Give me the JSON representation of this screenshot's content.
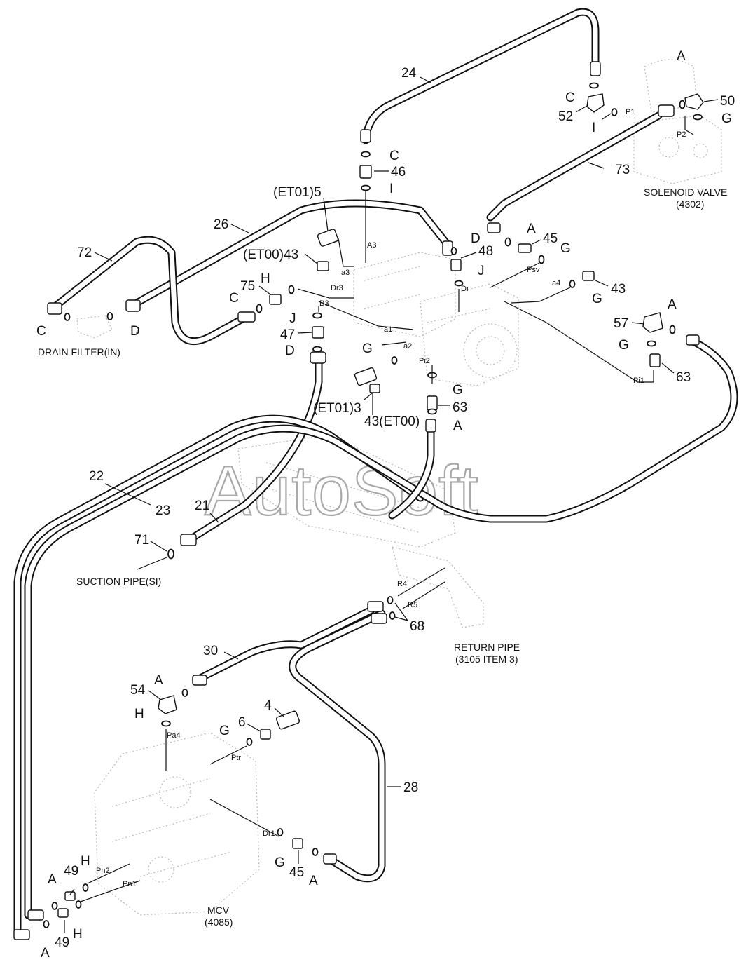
{
  "watermark": "AutoSoft",
  "callouts": {
    "c24": "24",
    "c50": "50",
    "c52": "52",
    "c73": "73",
    "c46": "46",
    "c5": "(ET01)5",
    "c26": "26",
    "c72": "72",
    "c43a": "(ET00)43",
    "c48": "48",
    "c45a": "45",
    "c75": "75",
    "c43b": "43",
    "c57": "57",
    "c47": "47",
    "c63a": "63",
    "c3": "(ET01)3",
    "c43c": "43(ET00)",
    "c63b": "63",
    "c22": "22",
    "c23": "23",
    "c21": "21",
    "c71": "71",
    "c68": "68",
    "c30": "30",
    "c54": "54",
    "c4": "4",
    "c6": "6",
    "c28": "28",
    "c49a": "49",
    "c49b": "49",
    "c45b": "45"
  },
  "seals": {
    "s_c1": "C",
    "s_c2": "C",
    "s_c3": "C",
    "s_c4": "C",
    "s_i1": "I",
    "s_i2": "I",
    "s_a1": "A",
    "s_a2": "A",
    "s_a3": "A",
    "s_a4": "A",
    "s_a5": "A",
    "s_a6": "A",
    "s_a7": "A",
    "s_g1": "G",
    "s_g2": "G",
    "s_g3": "G",
    "s_g4": "G",
    "s_g5": "G",
    "s_g6": "G",
    "s_g7": "G",
    "s_h1": "H",
    "s_h2": "H",
    "s_h3": "H",
    "s_h4": "H",
    "s_d1": "D",
    "s_d2": "D",
    "s_d3": "D",
    "s_j1": "J",
    "s_j2": "J"
  },
  "ports": {
    "p1": "P1",
    "p2": "P2",
    "a3": "A3",
    "a3l": "a3",
    "dr3": "Dr3",
    "b3": "B3",
    "dr": "Dr",
    "psv": "Psv",
    "a4": "a4",
    "a1": "a1",
    "a2": "a2",
    "pi2": "Pi2",
    "pi1": "Pi1",
    "r4": "R4",
    "r5": "R5",
    "pa4": "Pa4",
    "ptr": "Ptr",
    "dr1": "Dr1",
    "pn2": "Pn2",
    "pn1": "Pn1"
  },
  "captions": {
    "solenoid_1": "SOLENOID VALVE",
    "solenoid_2": "(4302)",
    "drain_filter": "DRAIN FILTER(IN)",
    "suction": "SUCTION PIPE(SI)",
    "return_1": "RETURN PIPE",
    "return_2": "(3105 ITEM 3)",
    "mcv_1": "MCV",
    "mcv_2": "(4085)"
  }
}
